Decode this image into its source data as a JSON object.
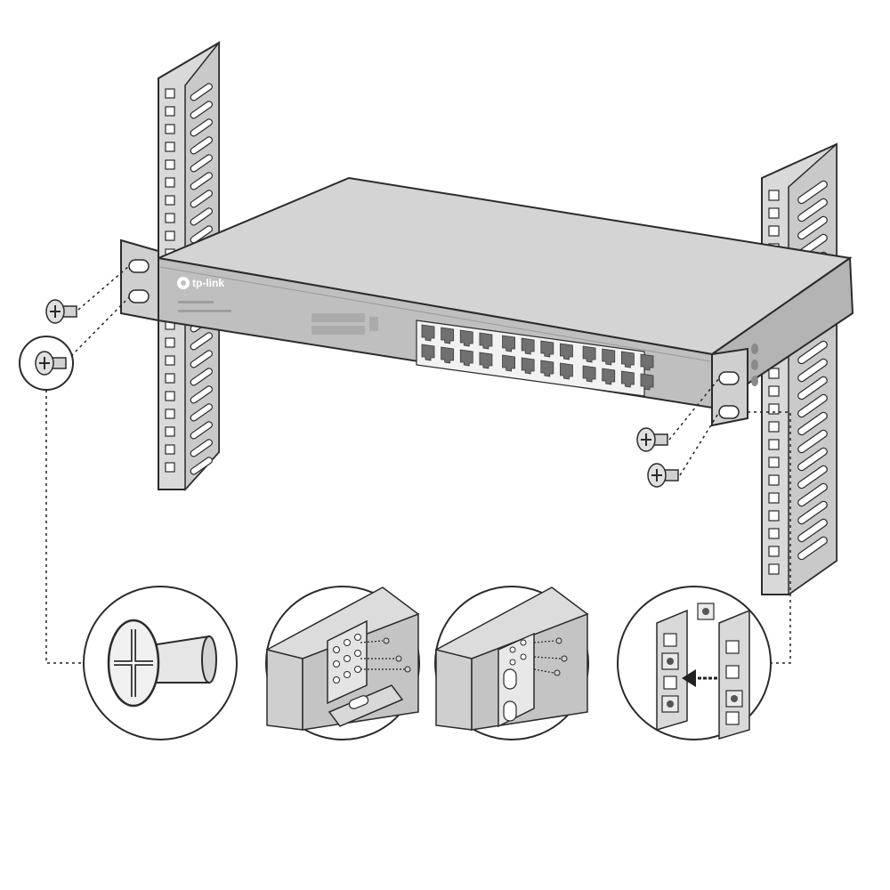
{
  "diagram": {
    "brand_logo": "tp-link",
    "port_count": 24,
    "colors": {
      "rail": "#d9d9d9",
      "rail_dark": "#bdbdbd",
      "switch_top": "#d4d4d4",
      "switch_front": "#bfbfbf",
      "outline": "#2b2b2b",
      "port_block": "#f2f2f2",
      "port": "#707070"
    },
    "detail_views": [
      {
        "id": "screw-closeup",
        "icon": "screw-icon"
      },
      {
        "id": "bracket-attach-step1",
        "icon": "bracket-icon"
      },
      {
        "id": "bracket-attach-step2",
        "icon": "bracket-icon"
      },
      {
        "id": "cage-nut-install",
        "icon": "cage-nut-icon"
      }
    ]
  }
}
